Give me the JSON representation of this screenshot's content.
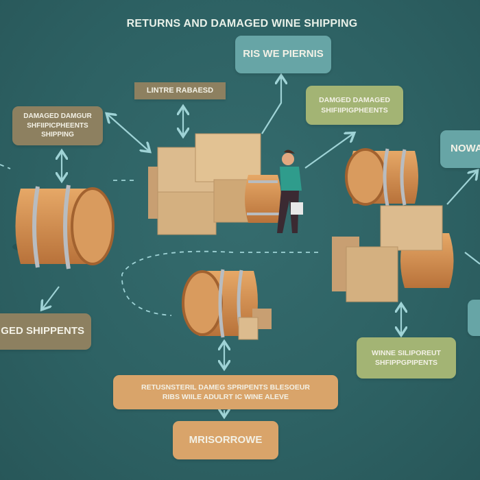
{
  "title": "RETURNS AND DAMAGED WINE SHIPPING",
  "boxes": {
    "top_center": "RIS WE PIERNIS",
    "label_small": "LINTRE RABAESD",
    "top_right_line1": "DAMGED DAMAGED",
    "top_right_line2": "SHIFIIPIGPHEENTS",
    "left_line1": "DAMAGED DAMGUR",
    "left_line2": "SHFIIPICPHEENTS",
    "left_line3": "SHIPPING",
    "right_edge": "NOWA",
    "bottom_left": "GED SHIPPENTS",
    "bottom_right_line1": "WINNE SILIPOREUT",
    "bottom_right_line2": "SHFIPPGPIPENTS",
    "bottom_center_line1": "RETUSNSTERIL DAMEG SPRIPENTS BLESOEUR",
    "bottom_center_line2": "RIBS WIILE ADULRT IC WINE ALEVE",
    "final": "MRISORROWE"
  },
  "colors": {
    "background": "#2f6466",
    "teal": "#67a5a6",
    "olive": "#8d8060",
    "green": "#a3b474",
    "orange": "#d9a46a",
    "arrow": "#9fd3d6"
  }
}
